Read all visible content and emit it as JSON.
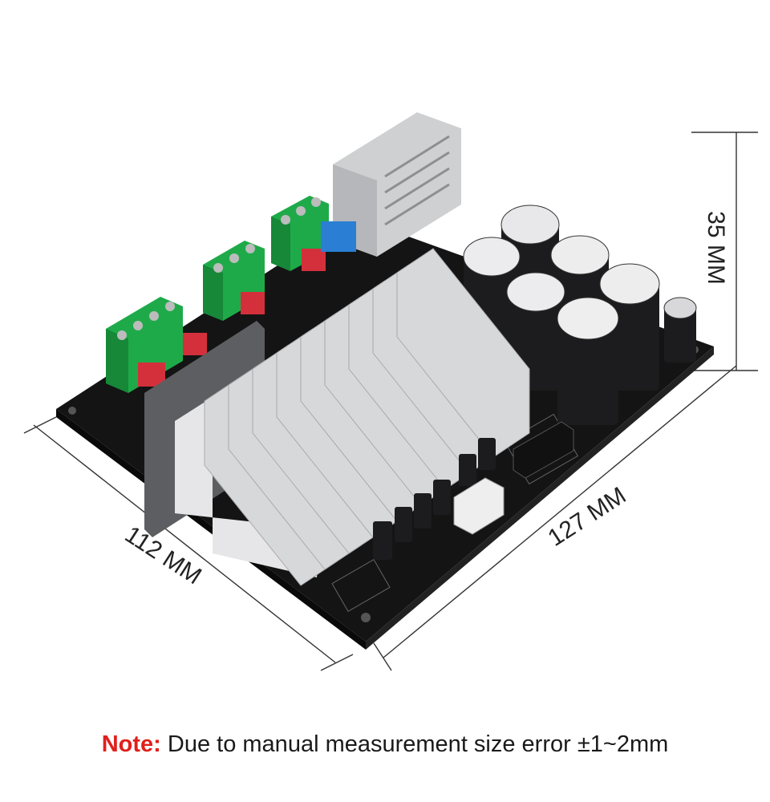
{
  "dimensions": {
    "height": "35 MM",
    "width": "112 MM",
    "depth": "127 MM"
  },
  "note": {
    "label": "Note:",
    "text": " Due to manual measurement size error ±1~2mm",
    "label_color": "#e0201c"
  },
  "colors": {
    "board": "#141414",
    "heatsink": "#d4d4d6",
    "terminal": "#1faa4a",
    "film_cap": "#d4303c",
    "blue_cap": "#2a7fd4"
  }
}
